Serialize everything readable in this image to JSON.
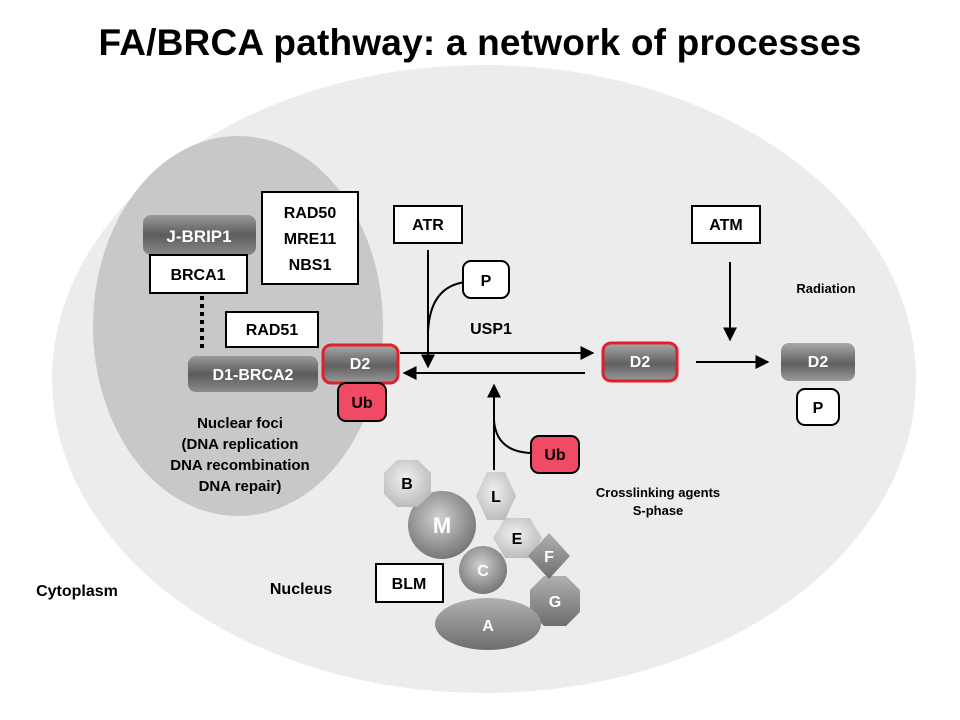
{
  "title": "FA/BRCA pathway: a network of processes",
  "compartments": {
    "cytoplasm": "Cytoplasm",
    "nucleus": "Nucleus"
  },
  "nuclear_foci": {
    "label_lines": [
      "Nuclear foci",
      "(DNA replication",
      "DNA recombination",
      "DNA repair)"
    ],
    "proteins": {
      "jbrip1": "J-BRIP1",
      "brca1": "BRCA1",
      "mrn": [
        "RAD50",
        "MRE11",
        "NBS1"
      ],
      "rad51": "RAD51",
      "d1_brca2": "D1-BRCA2",
      "d2": "D2",
      "ub": "Ub"
    }
  },
  "kinases": {
    "atr": "ATR",
    "atm": "ATM"
  },
  "phospho": {
    "p_atr": "P",
    "p_atm": "P"
  },
  "usp1": "USP1",
  "d2_middle": "D2",
  "d2_right": "D2",
  "ub_core": "Ub",
  "radiation": "Radiation",
  "crosslink_lines": [
    "Crosslinking agents",
    "S-phase"
  ],
  "core_complex": {
    "b": "B",
    "m": "M",
    "l": "L",
    "e": "E",
    "c": "C",
    "f": "F",
    "g": "G",
    "a": "A",
    "blm": "BLM"
  },
  "colors": {
    "cytoplasm_bg": "#ffffff",
    "nucleus_bg": "#ececec",
    "foci_bg": "#c8c8c8",
    "ub_fill": "#f04a64",
    "d2_border": "#e0202a"
  }
}
